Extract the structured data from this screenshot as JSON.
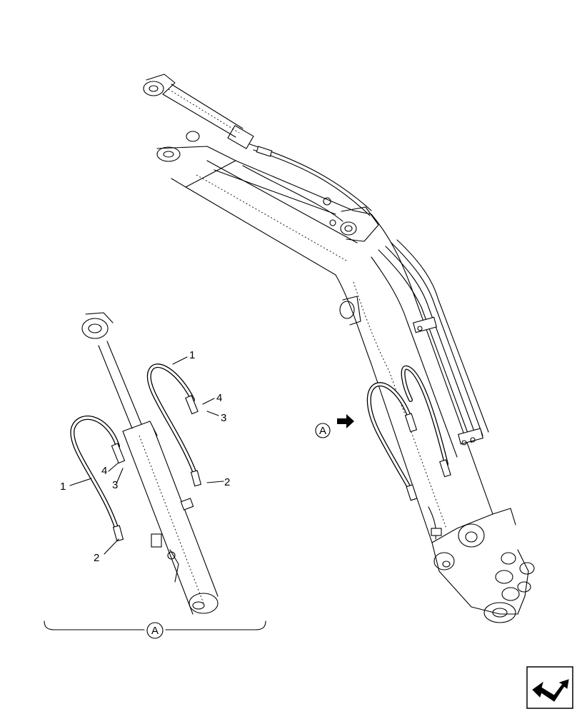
{
  "callouts": {
    "detail_1_upper": "1",
    "detail_4_upper": "4",
    "detail_3_upper": "3",
    "detail_2_upper": "2",
    "detail_1_lower": "1",
    "detail_4_lower": "4",
    "detail_3_lower": "3",
    "detail_2_lower": "2",
    "view_marker": "A",
    "detail_bracket": "A"
  },
  "icons": {
    "nav": "back-arrow-icon"
  }
}
